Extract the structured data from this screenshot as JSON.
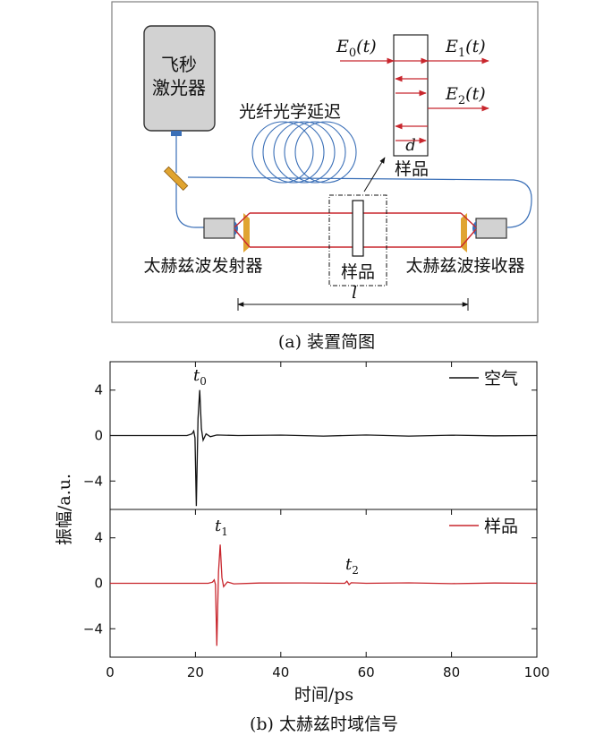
{
  "colors": {
    "red": "#c8262d",
    "blue": "#3a6fb7",
    "device_fill": "#d2d2d2",
    "lens": "#e0a430",
    "frame": "#7f7f7f"
  },
  "panel_a": {
    "laser_line1": "飞秒",
    "laser_line2": "激光器",
    "fiber_delay": "光纤光学延迟",
    "emitter": "太赫兹波发射器",
    "receiver": "太赫兹波接收器",
    "sample_center": "样品",
    "sample_inset": "样品",
    "length_label": "l",
    "thickness_label": "d",
    "e0": {
      "sym": "E",
      "sub": "0",
      "arg": "(t)"
    },
    "e1": {
      "sym": "E",
      "sub": "1",
      "arg": "(t)"
    },
    "e2": {
      "sym": "E",
      "sub": "2",
      "arg": "(t)"
    },
    "caption": "(a) 装置简图"
  },
  "panel_b": {
    "ylabel": "振幅/a.u.",
    "xlabel": "时间/ps",
    "caption": "(b) 太赫兹时域信号",
    "legend_top": "空气",
    "legend_bottom": "样品",
    "t0": {
      "sym": "t",
      "sub": "0"
    },
    "t1": {
      "sym": "t",
      "sub": "1"
    },
    "t2": {
      "sym": "t",
      "sub": "2"
    }
  },
  "chart_data": {
    "type": "line",
    "xlabel": "时间/ps",
    "ylabel": "振幅/a.u.",
    "xlim": [
      0,
      100
    ],
    "ylim": [
      -6.5,
      6.5
    ],
    "x_ticks": [
      0,
      20,
      40,
      60,
      80,
      100
    ],
    "y_ticks": [
      -4,
      0,
      4
    ],
    "series": [
      {
        "name": "空气",
        "color": "#111111",
        "points": [
          [
            0,
            0
          ],
          [
            12,
            0
          ],
          [
            18,
            0
          ],
          [
            19.2,
            0.15
          ],
          [
            19.6,
            0.4
          ],
          [
            19.9,
            -0.2
          ],
          [
            20.2,
            -6.2
          ],
          [
            20.6,
            1.5
          ],
          [
            21.0,
            4.0
          ],
          [
            21.4,
            0.6
          ],
          [
            21.8,
            -0.4
          ],
          [
            22.5,
            0.15
          ],
          [
            23.5,
            -0.1
          ],
          [
            25,
            0.05
          ],
          [
            30,
            0
          ],
          [
            40,
            0.04
          ],
          [
            50,
            -0.05
          ],
          [
            60,
            0.05
          ],
          [
            70,
            -0.05
          ],
          [
            80,
            0.03
          ],
          [
            90,
            -0.02
          ],
          [
            100,
            0
          ]
        ]
      },
      {
        "name": "样品",
        "color": "#c8262d",
        "points": [
          [
            0,
            0
          ],
          [
            15,
            0
          ],
          [
            23,
            0
          ],
          [
            24.0,
            0.1
          ],
          [
            24.4,
            0.3
          ],
          [
            24.7,
            -0.1
          ],
          [
            25.0,
            -5.5
          ],
          [
            25.4,
            1.0
          ],
          [
            25.8,
            3.4
          ],
          [
            26.2,
            0.5
          ],
          [
            26.6,
            -0.3
          ],
          [
            27.5,
            0.12
          ],
          [
            29,
            -0.05
          ],
          [
            35,
            0.02
          ],
          [
            45,
            0.03
          ],
          [
            55,
            0
          ],
          [
            55.5,
            0.18
          ],
          [
            56,
            -0.12
          ],
          [
            56.5,
            0.05
          ],
          [
            60,
            0
          ],
          [
            70,
            0.04
          ],
          [
            80,
            -0.03
          ],
          [
            90,
            0.02
          ],
          [
            100,
            0
          ]
        ]
      }
    ],
    "annotations": [
      {
        "label": "t0",
        "x": 20.3,
        "y": 4.0
      },
      {
        "label": "t1",
        "x": 25.3,
        "y": 3.4
      },
      {
        "label": "t2",
        "x": 55.5,
        "y": 0.2
      }
    ],
    "legend": "top-right",
    "grid": false
  }
}
